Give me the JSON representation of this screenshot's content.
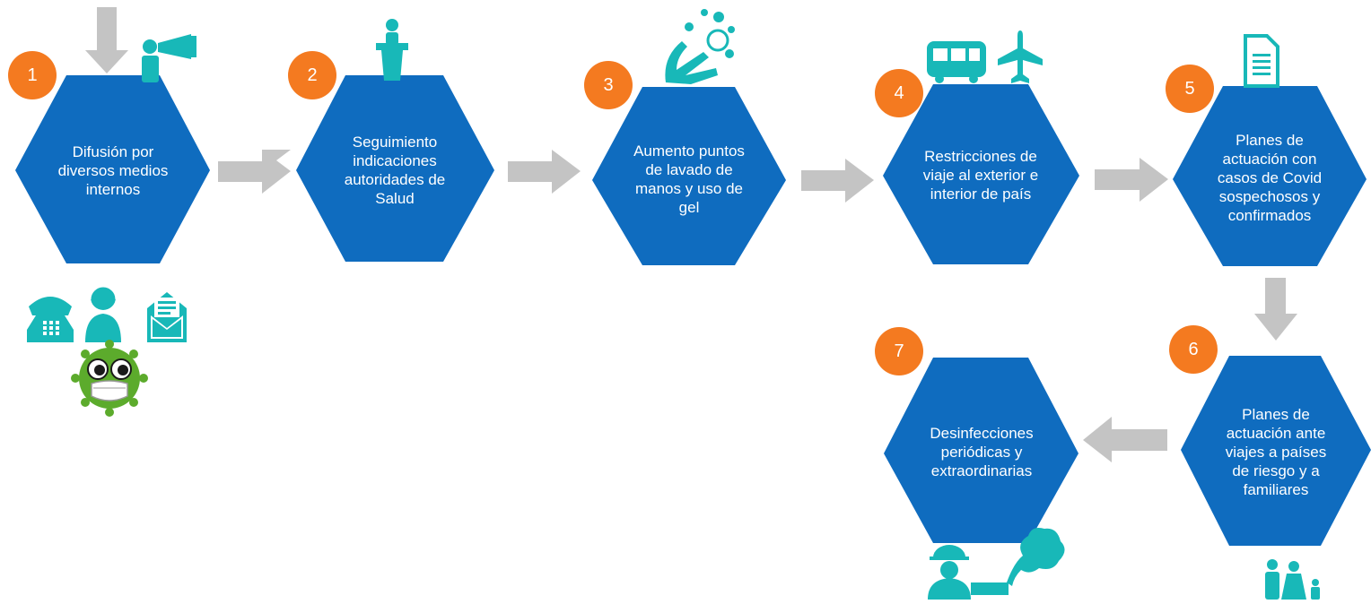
{
  "colors": {
    "hexagon": "#0f6cbf",
    "badge": "#f47a20",
    "arrow": "#c4c4c4",
    "icon": "#18b8b8",
    "virus": "#5cab2c"
  },
  "steps": [
    {
      "number": "1",
      "label": "Difusión por\ndiversos medios\ninternos"
    },
    {
      "number": "2",
      "label": "Seguimiento\nindicaciones\nautoridades de\nSalud"
    },
    {
      "number": "3",
      "label": "Aumento puntos\nde lavado de\nmanos y uso de\ngel"
    },
    {
      "number": "4",
      "label": "Restricciones de\nviaje al exterior e\ninterior de país"
    },
    {
      "number": "5",
      "label": "Planes de\nactuación con\ncasos de Covid\nsospechosos y\nconfirmados"
    },
    {
      "number": "6",
      "label": "Planes de\nactuación ante\nviajes a países\nde riesgo y a\nfamiliares"
    },
    {
      "number": "7",
      "label": "Desinfecciones\nperiódicas y\nextraordinarias"
    }
  ],
  "icons": [
    "megaphone-person-icon",
    "telephone-icon",
    "call-center-agent-icon",
    "envelope-letter-icon",
    "virus-with-mask-icon",
    "podium-speaker-icon",
    "hand-washing-icon",
    "bus-icon",
    "airplane-icon",
    "document-icon",
    "family-icon",
    "disinfection-worker-icon",
    "fumigation-smoke-icon"
  ]
}
